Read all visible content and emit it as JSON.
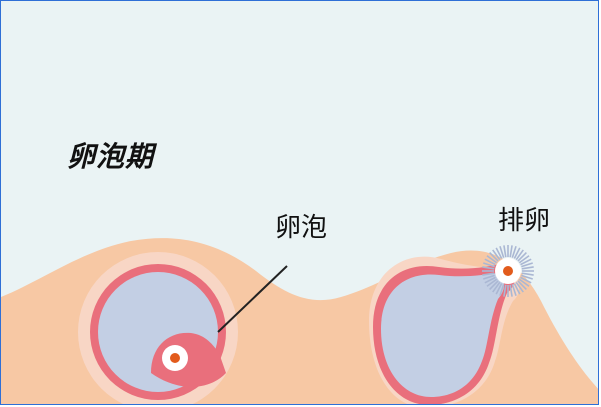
{
  "labels": {
    "phase_title": "卵泡期",
    "follicle": "卵泡",
    "ovulation": "排卵"
  },
  "colors": {
    "sky": "#eaf3f4",
    "tissue": "#f7c8a4",
    "follicle_halo": "#f8d6c5",
    "follicle_wall": "#e96f7c",
    "follicle_fluid": "#c3cfe4",
    "egg_white": "#ffffff",
    "egg_nucleus": "#e25b1c",
    "corona": "#aab7d3",
    "frame_border": "#2f6fd6"
  }
}
